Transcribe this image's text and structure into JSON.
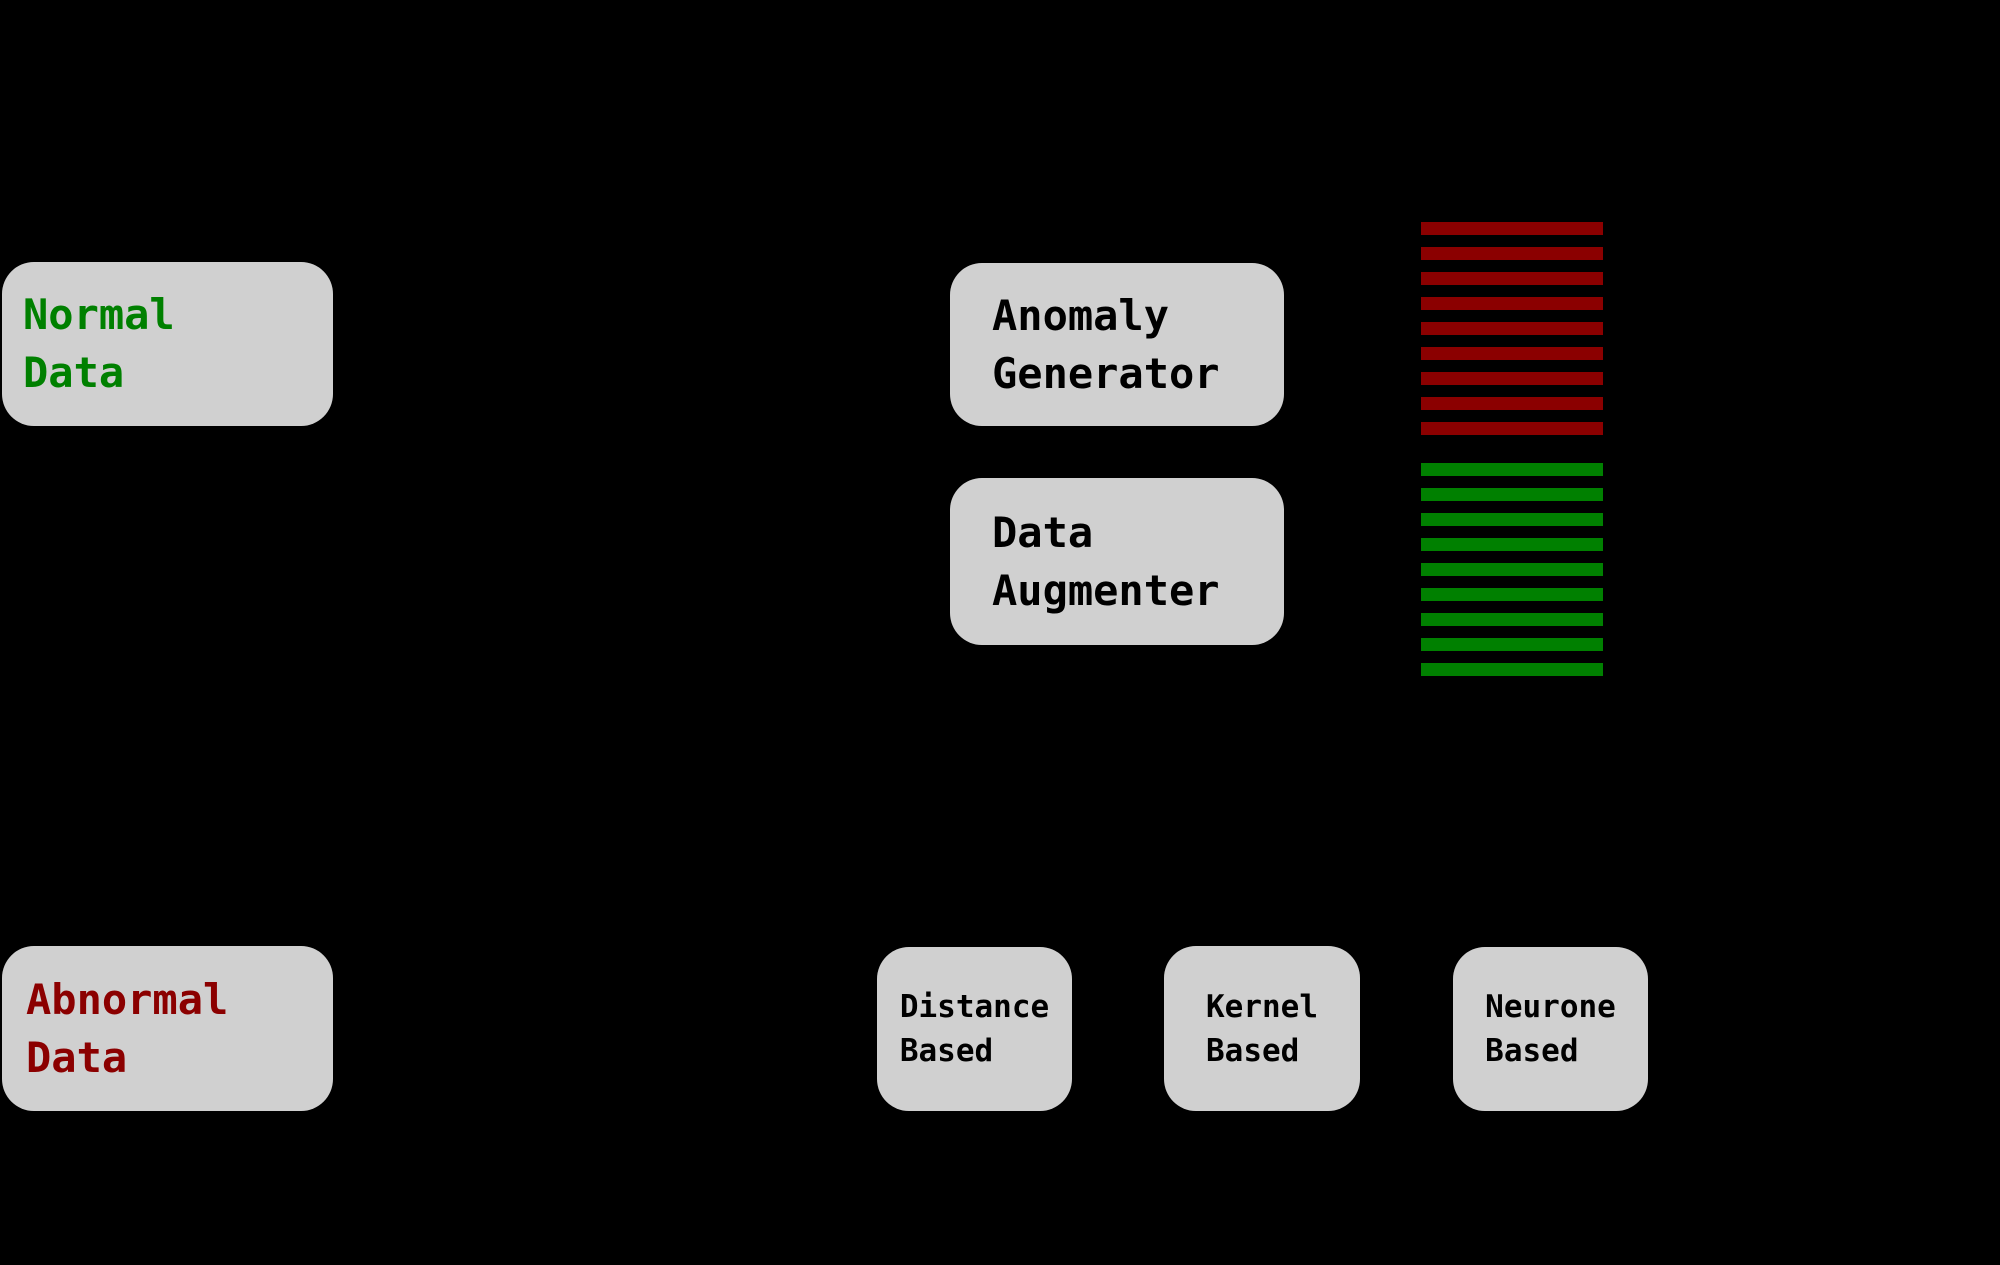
{
  "colors": {
    "background": "#000000",
    "box_fill": "#D0D0D0",
    "green": "#008000",
    "dark_red": "#8B0000",
    "black_text": "#000000"
  },
  "nodes": {
    "normal_data": {
      "label": "Normal\nData"
    },
    "abnormal_data": {
      "label": "Abnormal\nData"
    },
    "anomaly_generator": {
      "label": "Anomaly\nGenerator"
    },
    "data_augmenter": {
      "label": "Data\nAugmenter"
    },
    "distance_based": {
      "label": "Distance\nBased"
    },
    "kernel_based": {
      "label": "Kernel\nBased"
    },
    "neurone_based": {
      "label": "Neurone\nBased"
    }
  },
  "bars": {
    "abnormal": {
      "color": "#8B0000",
      "count": 9,
      "bar_name": "abnormal-data-bar"
    },
    "normal": {
      "color": "#008000",
      "count": 9,
      "bar_name": "normal-data-bar"
    }
  }
}
